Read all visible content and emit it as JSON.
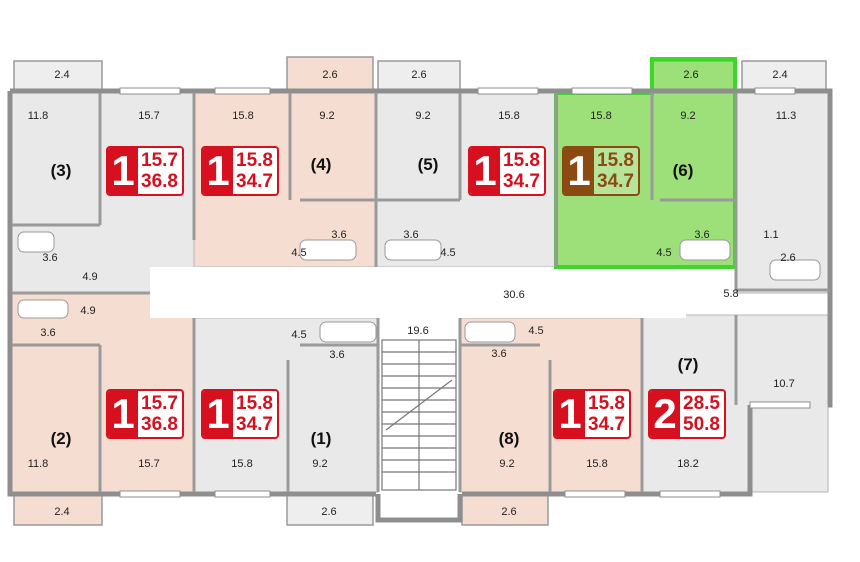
{
  "colors": {
    "wall": "#8e8e8e",
    "room_gray": "#e9e9e9",
    "room_pink": "#f6ddd2",
    "selected_fill": "#9de07a",
    "selected_outline": "#3dd62b",
    "badge_red": "#d6101f",
    "badge_selected": "#8b4a12"
  },
  "apartments": [
    {
      "num": "(1)",
      "rooms": "1",
      "living": "15.8",
      "total": "34.7",
      "selected": false
    },
    {
      "num": "(2)",
      "rooms": "1",
      "living": "15.7",
      "total": "36.8",
      "selected": false
    },
    {
      "num": "(3)",
      "rooms": "1",
      "living": "15.7",
      "total": "36.8",
      "selected": false
    },
    {
      "num": "(4)",
      "rooms": "1",
      "living": "15.8",
      "total": "34.7",
      "selected": false
    },
    {
      "num": "(5)",
      "rooms": "1",
      "living": "15.8",
      "total": "34.7",
      "selected": false
    },
    {
      "num": "(6)",
      "rooms": "1",
      "living": "15.8",
      "total": "34.7",
      "selected": true
    },
    {
      "num": "(7)",
      "rooms": "2",
      "living": "28.5",
      "total": "50.8",
      "selected": false
    },
    {
      "num": "(8)",
      "rooms": "1",
      "living": "15.8",
      "total": "34.7",
      "selected": false
    }
  ],
  "room_areas": {
    "top": [
      "2.4",
      "11.8",
      "15.7",
      "15.8",
      "2.6",
      "9.2",
      "2.6",
      "9.2",
      "15.8",
      "15.8",
      "2.6",
      "9.2",
      "2.4",
      "11.3"
    ],
    "upper_baths": [
      "3.6",
      "3.6",
      "3.6",
      "3.6",
      "1.1",
      "2.6"
    ],
    "upper_halls": [
      "4.9",
      "4.5",
      "4.5",
      "4.5",
      "5.8"
    ],
    "corridor": [
      "30.6",
      "19.6"
    ],
    "left_mid": [
      "4.9",
      "3.6"
    ],
    "lower_halls": [
      "4.5",
      "4.5"
    ],
    "lower_baths": [
      "3.6",
      "3.6"
    ],
    "lower_rooms": [
      "11.8",
      "15.7",
      "15.8",
      "9.2",
      "9.2",
      "15.8",
      "18.2",
      "10.7"
    ],
    "bottom_balconies": [
      "2.4",
      "2.6",
      "2.6"
    ]
  }
}
